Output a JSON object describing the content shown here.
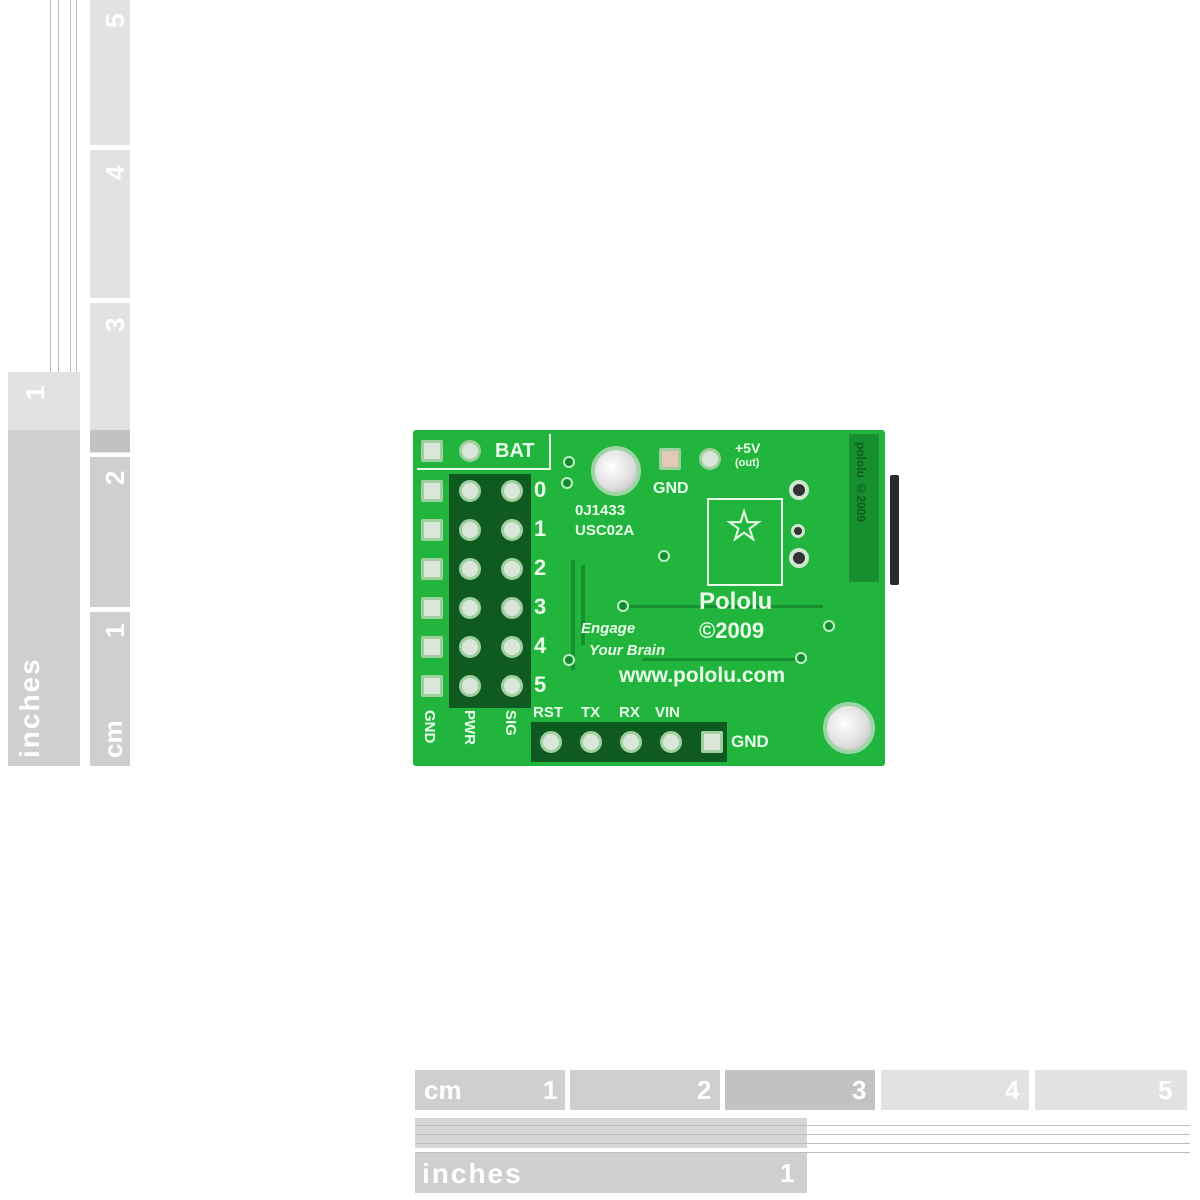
{
  "image": {
    "description": "Product photo of a green Pololu servo controller PCB (bottom side) with measurement rulers",
    "background": "#ffffff"
  },
  "rulers": {
    "vertical": {
      "cm_label": "cm",
      "inches_label": "inches",
      "cm_ticks": [
        "1",
        "2",
        "3",
        "4",
        "5"
      ],
      "inch_ticks": [
        "1"
      ]
    },
    "horizontal": {
      "cm_label": "cm",
      "inches_label": "inches",
      "cm_ticks": [
        "1",
        "2",
        "3",
        "4",
        "5"
      ],
      "inch_ticks": [
        "1"
      ]
    },
    "colors": {
      "dark": "#c2c2c2",
      "mid": "#cfcfcf",
      "light": "#e2e2e2"
    }
  },
  "board": {
    "color": "#22b53d",
    "bat_label": "BAT",
    "channel_numbers": [
      "0",
      "1",
      "2",
      "3",
      "4",
      "5"
    ],
    "column_labels": [
      "GND",
      "PWR",
      "SIG"
    ],
    "serial_labels": [
      "RST",
      "TX",
      "RX",
      "VIN"
    ],
    "gnd_bottom": "GND",
    "gnd_top": "GND",
    "plus5v": "+5V",
    "out": "(out)",
    "part_code_1": "0J1433",
    "part_code_2": "USC02A",
    "brand": "Pololu",
    "copyright": "©2009",
    "slogan_1": "Engage",
    "slogan_2": "Your Brain",
    "website": "www.pololu.com",
    "side_text": "pololu ©2009"
  }
}
